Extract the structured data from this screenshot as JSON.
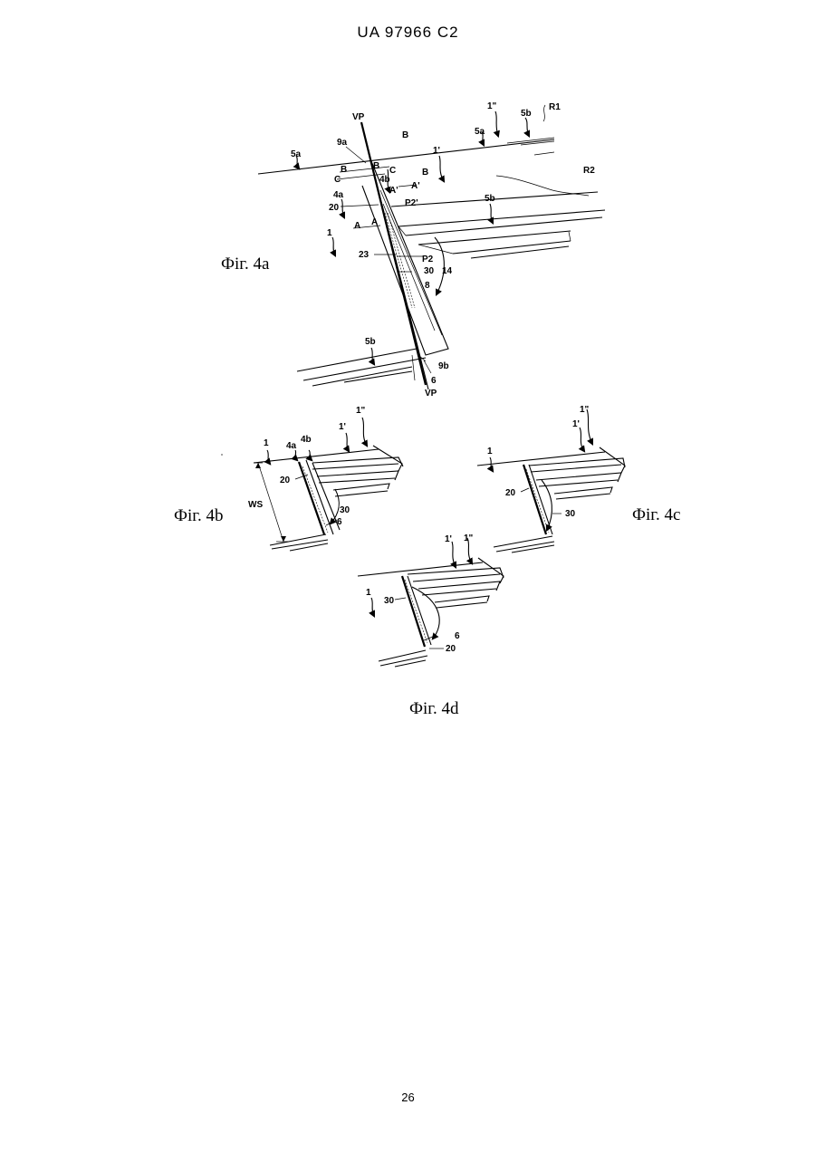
{
  "header": {
    "text": "UA   97966   C2"
  },
  "footer": {
    "page_number": "26"
  },
  "fig4a": {
    "caption": "Фіг. 4а",
    "labels": {
      "vp_top": "VP",
      "vp_bottom": "VP",
      "l9a": "9a",
      "l9b": "9b",
      "l5a_left": "5a",
      "l5a_right": "5a",
      "l5b_top": "5b",
      "l5b_mid": "5b",
      "l5b_bottom": "5b",
      "l1dd": "1\"",
      "l1d": "1'",
      "l1": "1",
      "R1": "R1",
      "R2": "R2",
      "B1": "B",
      "B2": "B",
      "B3": "B",
      "C1": "C",
      "C2": "C",
      "l4b": "4b",
      "l4a": "4a",
      "A1": "A",
      "A2": "A",
      "Ap1": "A'",
      "Ap2": "A'",
      "l20": "20",
      "P2p": "P2'",
      "P2": "P2",
      "l23": "23",
      "l30": "30",
      "l14": "14",
      "l8": "8",
      "l6": "6"
    }
  },
  "fig4b": {
    "caption": "Фіг. 4b",
    "labels": {
      "l1": "1",
      "l4a": "4a",
      "l4b": "4b",
      "l1d": "1'",
      "l1dd": "1\"",
      "l20": "20",
      "ws": "WS",
      "l30": "30",
      "l6": "6"
    }
  },
  "fig4c": {
    "caption": "Фіг. 4c",
    "labels": {
      "l1": "1",
      "l1d": "1'",
      "l1dd": "1\"",
      "l20": "20",
      "l30": "30"
    }
  },
  "fig4d": {
    "caption": "Фіг. 4d",
    "labels": {
      "l1": "1",
      "l1d": "1'",
      "l1dd": "1\"",
      "l30": "30",
      "l6": "6",
      "l20": "20"
    }
  }
}
